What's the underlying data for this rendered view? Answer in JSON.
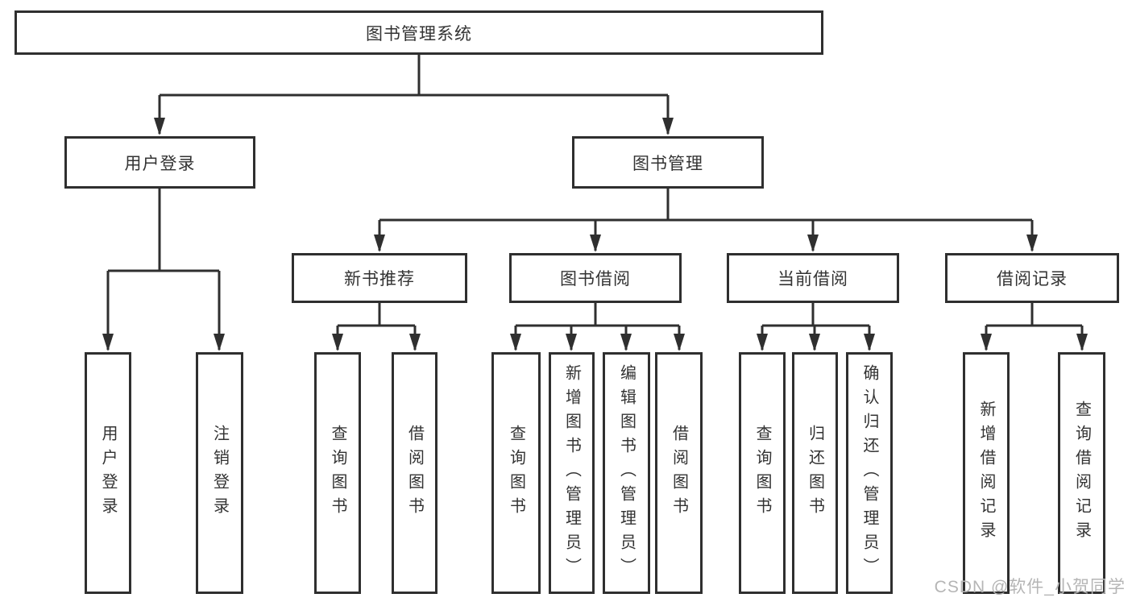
{
  "diagram": {
    "nodes": {
      "root": "图书管理系统",
      "user_login": "用户登录",
      "book_mgmt": "图书管理",
      "new_books": "新书推荐",
      "borrowing": "图书借阅",
      "current": "当前借阅",
      "records": "借阅记录"
    },
    "leaves": {
      "user_login": [
        "用户登录",
        "注销登录"
      ],
      "new_books": [
        "查询图书",
        "借阅图书"
      ],
      "borrowing": [
        "查询图书",
        "新增图书（管理员）",
        "编辑图书（管理员）",
        "借阅图书"
      ],
      "current": [
        "查询图书",
        "归还图书",
        "确认归还（管理员）"
      ],
      "records": [
        "新增借阅记录",
        "查询借阅记录"
      ]
    },
    "watermark": "CSDN @软件_小贺同学",
    "colors": {
      "line": "#2f2f2f",
      "text": "#333333",
      "watermark": "#b5b5b5",
      "background": "#ffffff"
    }
  }
}
